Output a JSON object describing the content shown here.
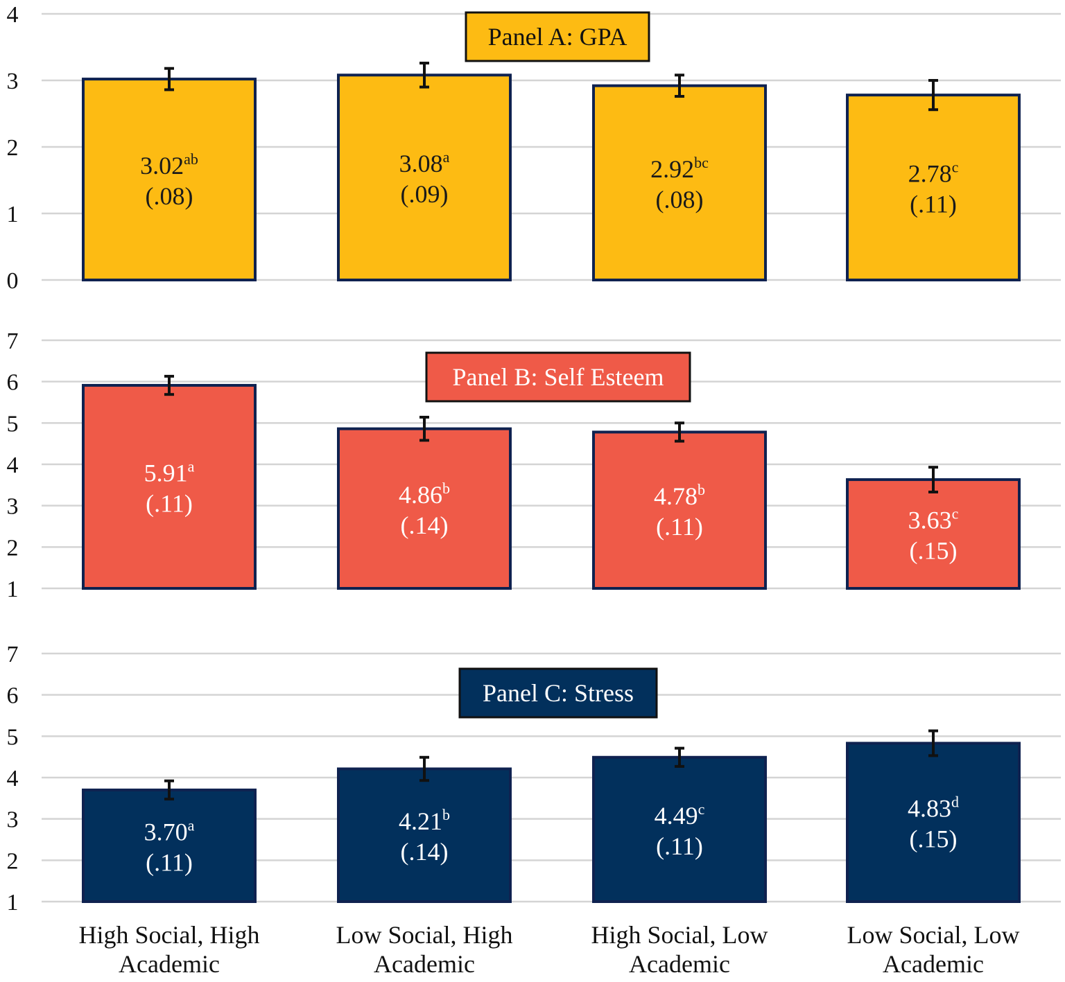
{
  "chart_data": [
    {
      "type": "bar",
      "title": "Panel A: GPA",
      "categories": [
        "High Social, High Academic",
        "Low Social, High Academic",
        "High Social, Low Academic",
        "Low Social, Low Academic"
      ],
      "values": [
        3.02,
        3.08,
        2.92,
        2.78
      ],
      "se": [
        0.08,
        0.09,
        0.08,
        0.11
      ],
      "value_labels": [
        "3.02",
        "3.08",
        "2.92",
        "2.78"
      ],
      "superscripts": [
        "ab",
        "a",
        "bc",
        "c"
      ],
      "se_labels": [
        "(.08)",
        "(.09)",
        "(.08)",
        "(.11)"
      ],
      "ylim": [
        0,
        4
      ],
      "yticks": [
        0,
        1,
        2,
        3,
        4
      ],
      "grid": true,
      "bar_color": "#FDBB13",
      "border_color": "#0F2250",
      "label_color": "#1a1a1a",
      "title_bg": "#FDBB13",
      "title_color": "#111111"
    },
    {
      "type": "bar",
      "title": "Panel B: Self Esteem",
      "categories": [
        "High Social, High Academic",
        "Low Social, High Academic",
        "High Social, Low Academic",
        "Low Social, Low Academic"
      ],
      "values": [
        5.91,
        4.86,
        4.78,
        3.63
      ],
      "se": [
        0.11,
        0.14,
        0.11,
        0.15
      ],
      "value_labels": [
        "5.91",
        "4.86",
        "4.78",
        "3.63"
      ],
      "superscripts": [
        "a",
        "b",
        "b",
        "c"
      ],
      "se_labels": [
        "(.11)",
        "(.14)",
        "(.11)",
        "(.15)"
      ],
      "ylim": [
        1,
        7
      ],
      "yticks": [
        1,
        2,
        3,
        4,
        5,
        6,
        7
      ],
      "grid": true,
      "bar_color": "#EF5A48",
      "border_color": "#0F2250",
      "label_color": "#ffffff",
      "title_bg": "#EF5A48",
      "title_color": "#ffffff"
    },
    {
      "type": "bar",
      "title": "Panel C: Stress",
      "categories": [
        "High Social, High Academic",
        "Low Social, High Academic",
        "High Social, Low Academic",
        "Low Social, Low Academic"
      ],
      "values": [
        3.7,
        4.21,
        4.49,
        4.83
      ],
      "se": [
        0.11,
        0.14,
        0.11,
        0.15
      ],
      "value_labels": [
        "3.70",
        "4.21",
        "4.49",
        "4.83"
      ],
      "superscripts": [
        "a",
        "b",
        "c",
        "d"
      ],
      "se_labels": [
        "(.11)",
        "(.14)",
        "(.11)",
        "(.15)"
      ],
      "ylim": [
        1,
        7
      ],
      "yticks": [
        1,
        2,
        3,
        4,
        5,
        6,
        7
      ],
      "grid": true,
      "bar_color": "#02305C",
      "border_color": "#0F2250",
      "label_color": "#ffffff",
      "title_bg": "#02305C",
      "title_color": "#ffffff"
    }
  ],
  "x_axis": {
    "category_lines": [
      [
        "High Social, High",
        "Academic"
      ],
      [
        "Low Social, High",
        "Academic"
      ],
      [
        "High Social, Low",
        "Academic"
      ],
      [
        "Low Social, Low",
        "Academic"
      ]
    ]
  }
}
